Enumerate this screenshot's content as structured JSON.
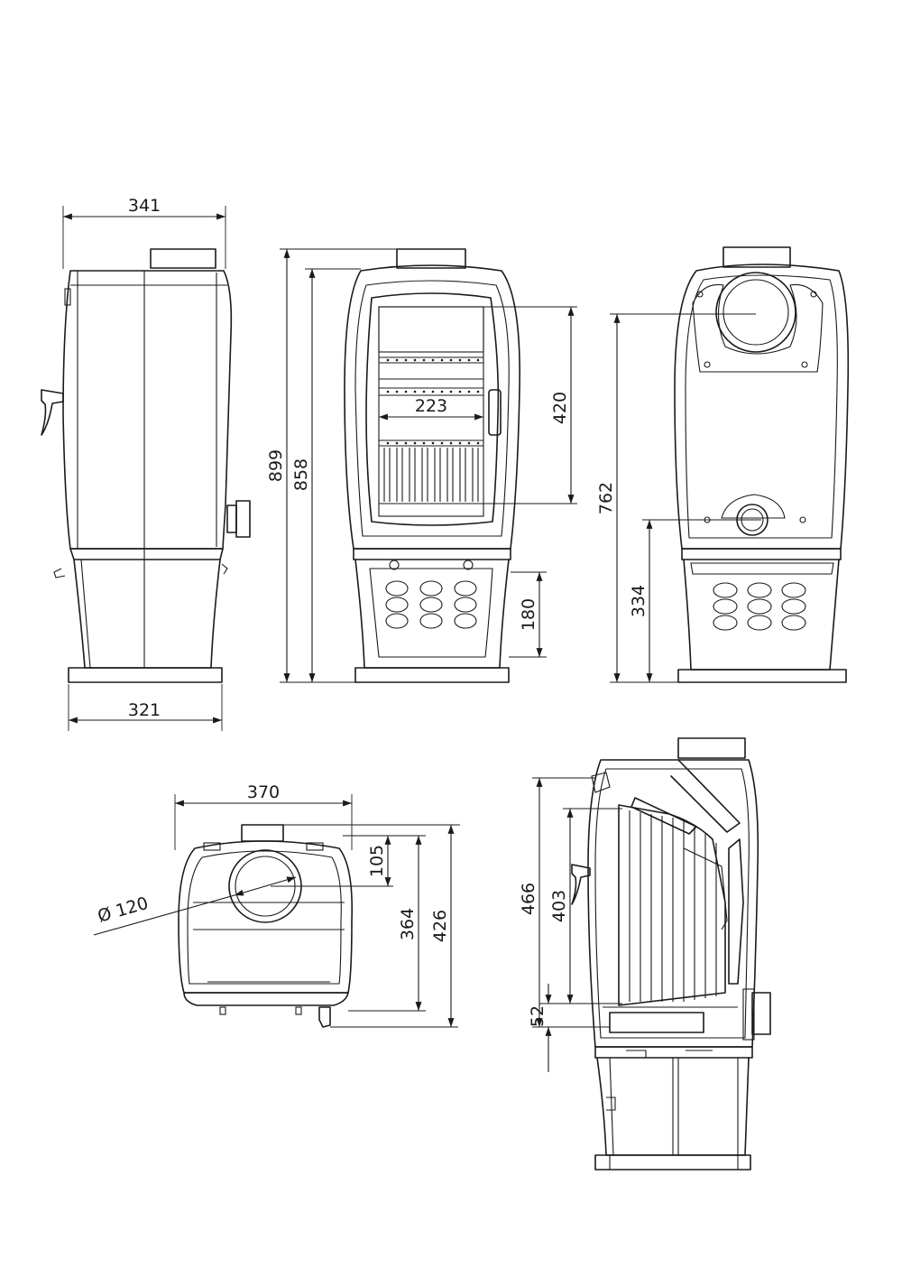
{
  "dimensions": {
    "side_top_width": "341",
    "side_base_width": "321",
    "front_total_height": "899",
    "front_body_height": "858",
    "front_door_height": "420",
    "front_firebox_width": "223",
    "front_ashpan_height": "180",
    "rear_flue_height": "762",
    "rear_air_inlet_height": "334",
    "top_width": "370",
    "top_flue_offset": "105",
    "top_flue_center_depth": "364",
    "top_total_depth": "426",
    "top_flue_diameter": "Ø 120",
    "section_height_466": "466",
    "section_height_403": "403",
    "section_height_52": "52"
  }
}
